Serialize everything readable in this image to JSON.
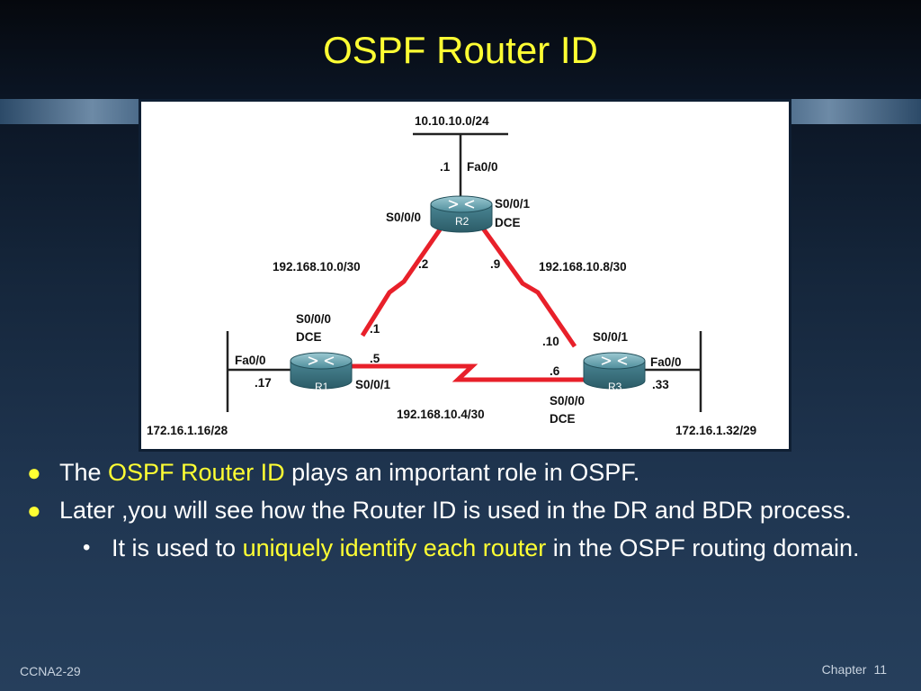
{
  "slide": {
    "title": "OSPF Router ID",
    "footer_left": "CCNA2-29",
    "footer_chapter": "Chapter",
    "footer_page": "11",
    "colors": {
      "title": "#ffff33",
      "highlight": "#ffff33",
      "text": "#ffffff",
      "serial_link": "#e8202a",
      "router": "#4b8896"
    }
  },
  "diagram": {
    "routers": {
      "r1": "R1",
      "r2": "R2",
      "r3": "R3"
    },
    "networks": {
      "top_lan": "10.10.10.0/24",
      "left_lan": "172.16.1.16/28",
      "right_lan": "172.16.1.32/29",
      "r1_r2": "192.168.10.0/30",
      "r2_r3": "192.168.10.8/30",
      "r1_r3": "192.168.10.4/30"
    },
    "interfaces": {
      "r2_fa_host": ".1",
      "r2_fa": "Fa0/0",
      "r2_s000": "S0/0/0",
      "r2_s001": "S0/0/1",
      "r2_dce": "DCE",
      "r2_left_host": ".2",
      "r2_right_host": ".9",
      "r1_s000": "S0/0/0",
      "r1_dce": "DCE",
      "r1_up_host": ".1",
      "r1_right_host": ".5",
      "r1_fa": "Fa0/0",
      "r1_fa_host": ".17",
      "r1_s001": "S0/0/1",
      "r3_s001": "S0/0/1",
      "r3_up_host": ".10",
      "r3_left_host": ".6",
      "r3_fa": "Fa0/0",
      "r3_fa_host": ".33",
      "r3_s000": "S0/0/0",
      "r3_dce": "DCE"
    }
  },
  "bullets": {
    "b1_pre": "The ",
    "b1_hl": "OSPF Router ID",
    "b1_post": " plays an important role in OSPF.",
    "b2": "Later ,you will see how the Router ID is used in the DR and BDR process.",
    "sub_pre": "It is used to ",
    "sub_hl": "uniquely identify each router",
    "sub_post": " in the OSPF routing domain."
  }
}
